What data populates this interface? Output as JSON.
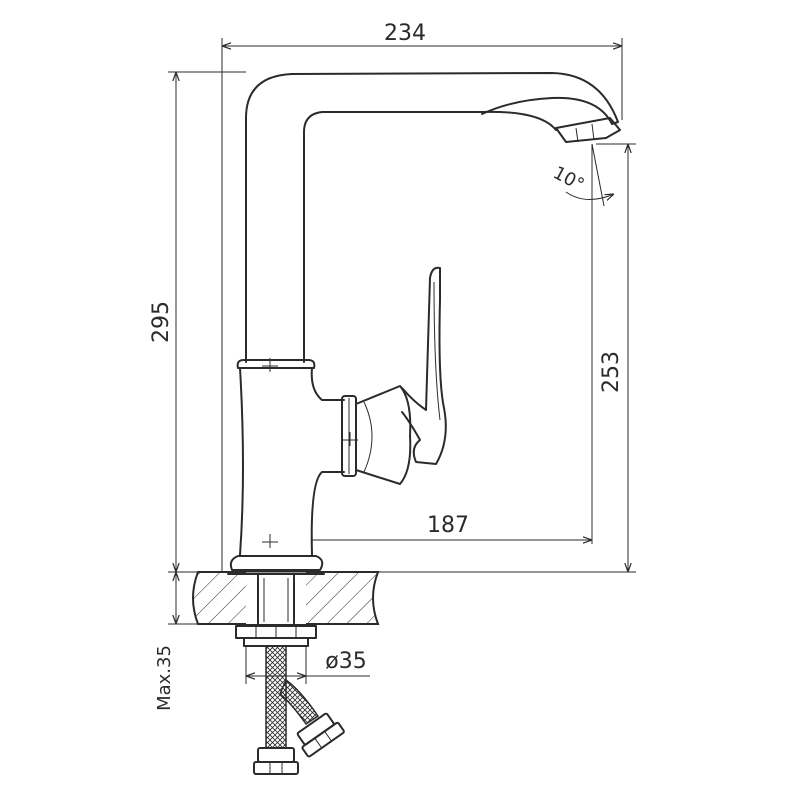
{
  "dimensions": {
    "total_width": "234",
    "total_height": "295",
    "spout_height": "253",
    "spout_reach": "187",
    "spout_angle": "10°",
    "mount_hole": "ø35",
    "max_thickness": "Max.35"
  },
  "colors": {
    "line": "#2b2b2b",
    "background": "#ffffff"
  }
}
